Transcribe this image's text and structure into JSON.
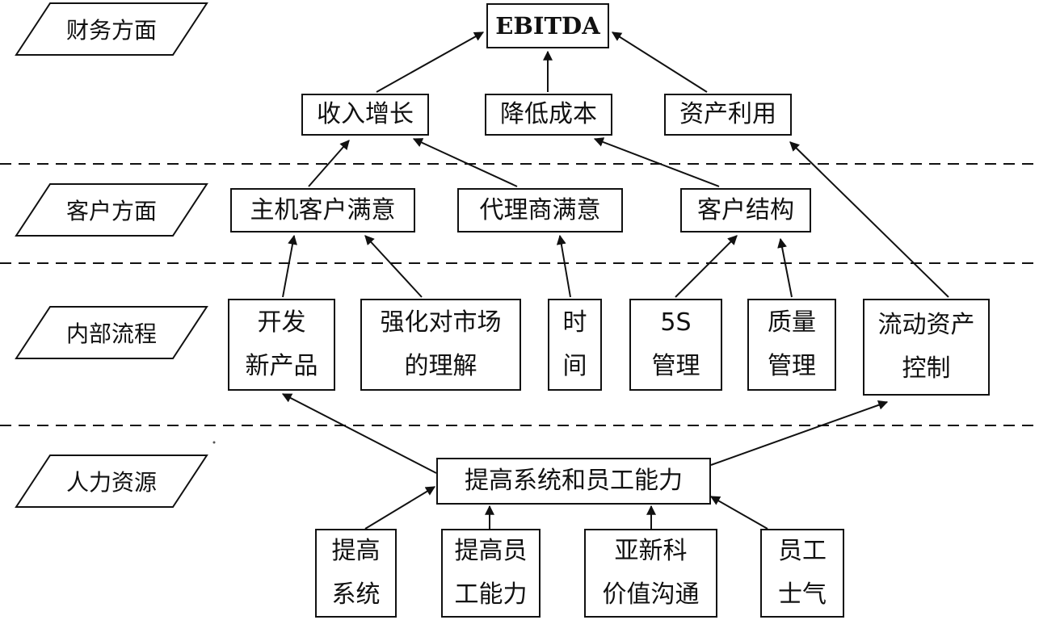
{
  "lanes": {
    "financial": "财务方面",
    "customer": "客户方面",
    "internal": "内部流程",
    "hr": "人力资源"
  },
  "nodes": {
    "ebitda": "EBITDA",
    "revenue_growth": "收入增长",
    "cost_reduction": "降低成本",
    "asset_utilization": "资产利用",
    "host_customer": "主机客户满意",
    "agent_satisfaction": "代理商满意",
    "customer_structure": "客户结构",
    "new_product": [
      "开发",
      "新产品"
    ],
    "market_understanding": [
      "强化对市场",
      "的理解"
    ],
    "time": [
      "时",
      "间"
    ],
    "five_s": [
      "5S",
      "管理"
    ],
    "quality": [
      "质量",
      "管理"
    ],
    "current_assets": [
      "流动资产",
      "控制"
    ],
    "improve_capability": "提高系统和员工能力",
    "improve_system": [
      "提高",
      "系统"
    ],
    "improve_staff": [
      "提高员",
      "工能力"
    ],
    "value_communication": [
      "亚新科",
      "价值沟通"
    ],
    "staff_morale": [
      "员工",
      "士气"
    ]
  }
}
